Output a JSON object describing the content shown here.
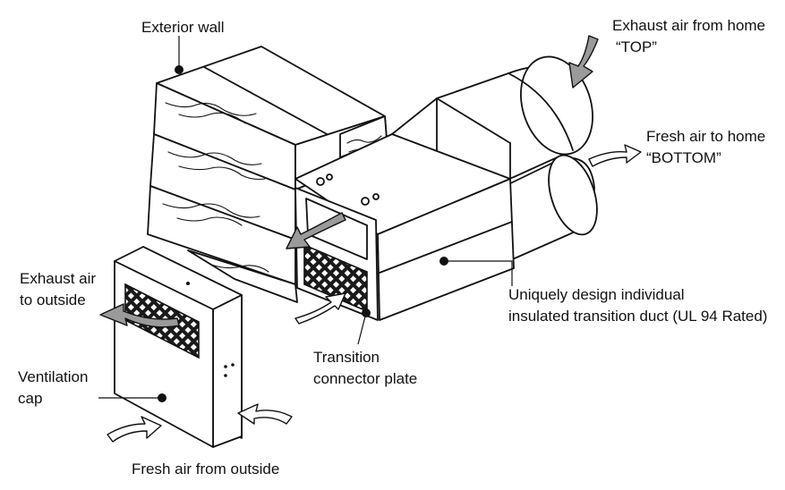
{
  "labels": {
    "exterior_wall": "Exterior wall",
    "exhaust_from_home_line1": "Exhaust air from home",
    "exhaust_from_home_line2": "“TOP”",
    "fresh_to_home_line1": "Fresh air to home",
    "fresh_to_home_line2": "“BOTTOM”",
    "exhaust_to_outside_line1": "Exhaust air",
    "exhaust_to_outside_line2": "to outside",
    "duct_line1": "Uniquely design individual",
    "duct_line2": "insulated transition duct (UL 94 Rated)",
    "connector_line1": "Transition",
    "connector_line2": "connector plate",
    "vent_cap_line1": "Ventilation",
    "vent_cap_line2": "cap",
    "fresh_from_outside": "Fresh air from outside"
  },
  "colors": {
    "line": "#111111",
    "arrow_fill": "#9a9a9a",
    "background": "#ffffff"
  }
}
